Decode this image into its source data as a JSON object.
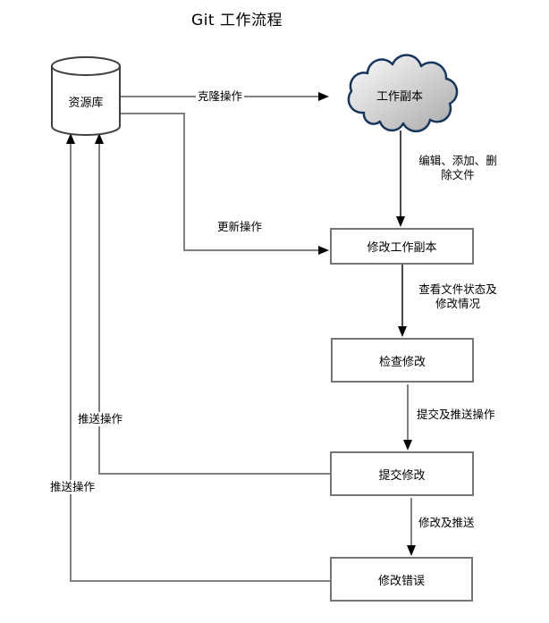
{
  "title": "Git 工作流程",
  "nodes": {
    "repository": {
      "label": "资源库",
      "shape": "cylinder"
    },
    "working_copy": {
      "label": "工作副本",
      "shape": "cloud"
    },
    "modify_working_copy": {
      "label": "修改工作副本",
      "shape": "rect"
    },
    "check_changes": {
      "label": "检查修改",
      "shape": "rect"
    },
    "commit_changes": {
      "label": "提交修改",
      "shape": "rect"
    },
    "fix_errors": {
      "label": "修改错误",
      "shape": "rect"
    }
  },
  "edges": {
    "clone": {
      "label": "克隆操作",
      "from": "repository",
      "to": "working_copy"
    },
    "edit_files": {
      "label": "编辑、添加、删\n除文件",
      "from": "working_copy",
      "to": "modify_working_copy"
    },
    "update": {
      "label": "更新操作",
      "from": "repository",
      "to": "modify_working_copy"
    },
    "view_status": {
      "label": "查看文件状态及\n修改情况",
      "from": "modify_working_copy",
      "to": "check_changes"
    },
    "commit_and_push": {
      "label": "提交及推送操作",
      "from": "check_changes",
      "to": "commit_changes"
    },
    "modify_and_push": {
      "label": "修改及推送",
      "from": "commit_changes",
      "to": "fix_errors"
    },
    "push_from_commit": {
      "label": "推送操作",
      "from": "commit_changes",
      "to": "repository"
    },
    "push_from_fix": {
      "label": "推送操作",
      "from": "fix_errors",
      "to": "repository"
    }
  },
  "colors": {
    "background": "#ffffff",
    "line": "#808080",
    "arrowhead": "#000000",
    "box_border": "#757575",
    "cylinder_border": "#3f3f3f",
    "cloud_border": "#17365d",
    "cloud_fill_light": "#fdfdfd",
    "cloud_fill_dark": "#a8a8a8",
    "text": "#000000"
  }
}
